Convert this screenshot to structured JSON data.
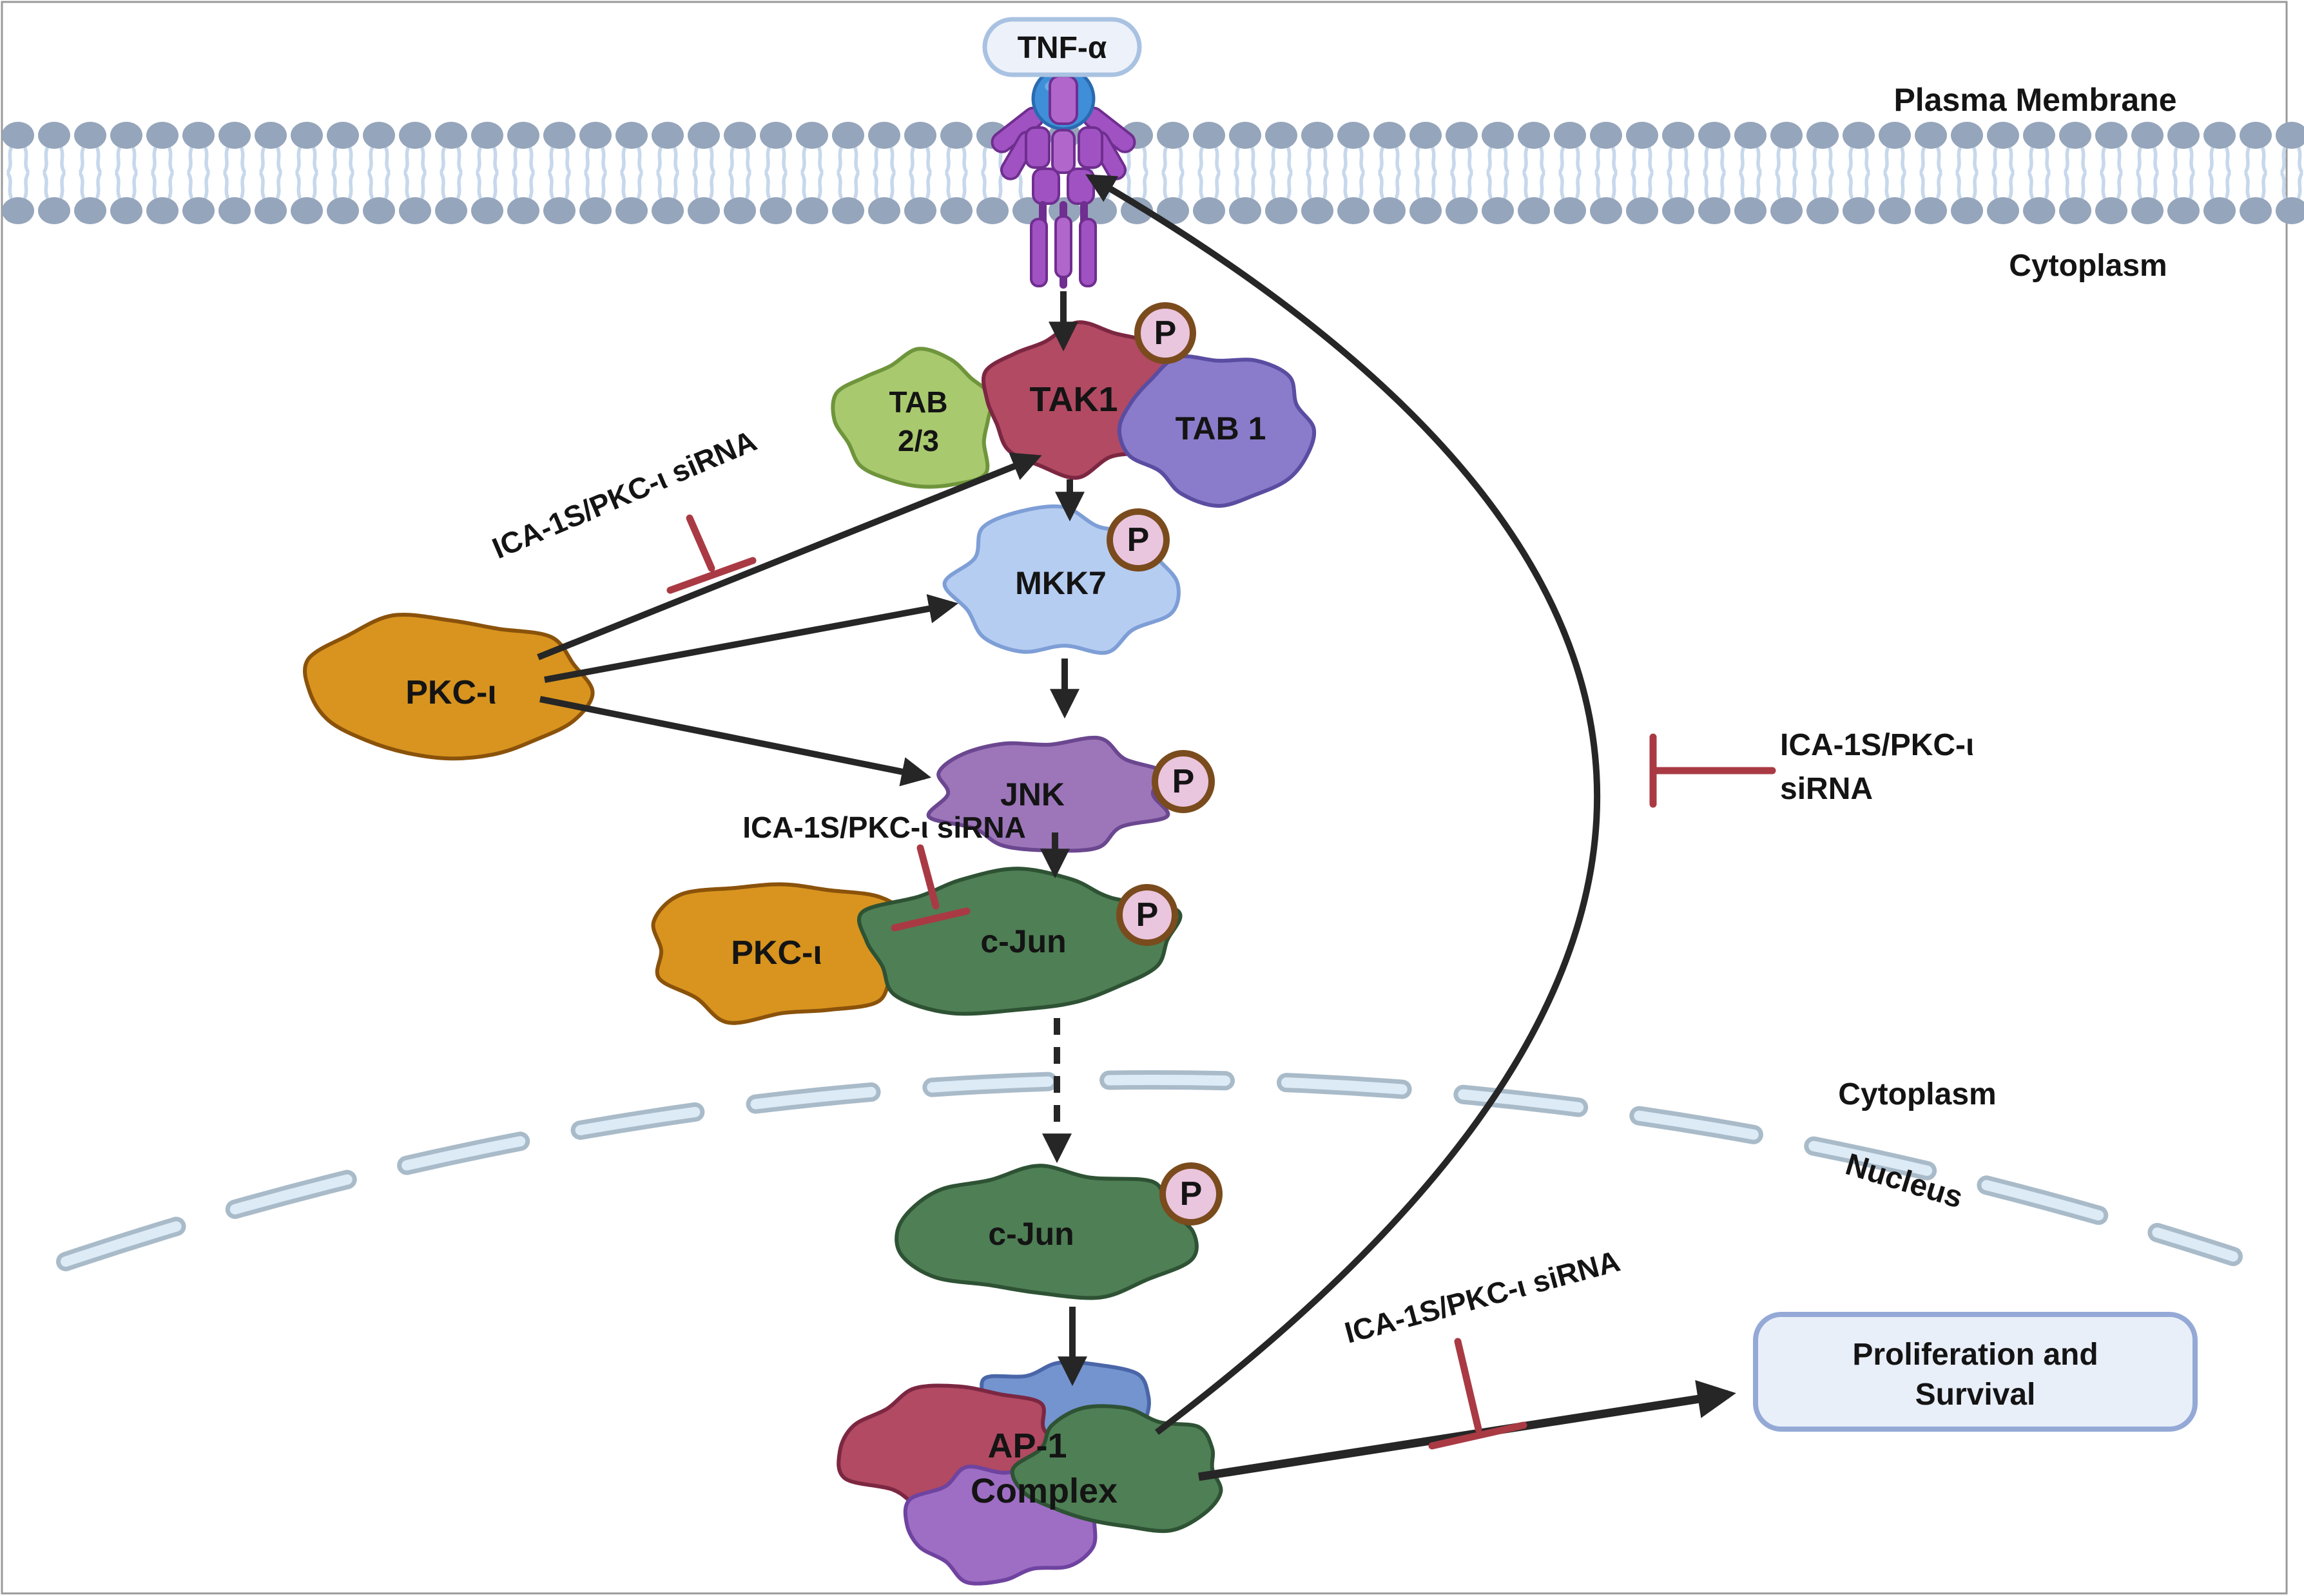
{
  "figure": {
    "region_labels": {
      "plasma_membrane": "Plasma Membrane",
      "cytoplasm_upper": "Cytoplasm",
      "cytoplasm_lower": "Cytoplasm",
      "nucleus": "Nucleus"
    },
    "ligand": "TNF-α",
    "phospho": "P",
    "nodes": {
      "tab23_line1": "TAB",
      "tab23_line2": "2/3",
      "tak1": "TAK1",
      "tab1": "TAB 1",
      "mkk7": "MKK7",
      "jnk": "JNK",
      "pkci_cascade": "PKC-ι",
      "pkci_cjun": "PKC-ι",
      "cjun_cytoplasm": "c-Jun",
      "cjun_nucleus": "c-Jun",
      "ap1_line1": "AP-1",
      "ap1_line2": "Complex"
    },
    "inhibitors": {
      "on_tak1_arrow": "ICA-1S/PKC-ι siRNA",
      "on_cjun": "ICA-1S/PKC-ι siRNA",
      "on_feedback_line1": "ICA-1S/PKC-ι",
      "on_feedback_line2": "siRNA",
      "on_outcome_arrow": "ICA-1S/PKC-ι siRNA"
    },
    "outcome": {
      "line1": "Proliferation and",
      "line2": "Survival"
    },
    "colors": {
      "tak1": "#b14a62",
      "tak1_dk": "#7c2742",
      "tab23": "#a9c96e",
      "tab23_dk": "#6f953c",
      "tab1": "#8a7ccb",
      "tab1_dk": "#5a4da1",
      "mkk7": "#b6cdf2",
      "mkk7_dk": "#7e9ed6",
      "jnk": "#9d76ba",
      "jnk_dk": "#6b4790",
      "pkc": "#d8941f",
      "pkc_dk": "#8a520a",
      "cjun": "#4f7f55",
      "cjun_dk": "#2e5234",
      "ap1blue": "#7394cf",
      "ap1blue_dk": "#4a66a8",
      "ap1purple": "#9e6ec4",
      "ap1purple_dk": "#6f43a0",
      "inhibitor": "#a93a44",
      "arrow": "#262626",
      "membrane_head": "#95a5bb",
      "membrane_tail": "#c7d8ec",
      "nuclear_fill": "#ddebf7",
      "nuclear_border": "#a9bbc9",
      "phospho_fill": "#eac5de",
      "phospho_ring": "#7a4b1d",
      "pill_fill": "#edf2fa",
      "pill_border": "#a9c2e2",
      "box_fill": "#e9eff9",
      "box_border": "#94a9d6",
      "receptor": "#a052c2",
      "receptor_lt": "#b166cb",
      "receptor_dk": "#6f2e90",
      "ligand_blue": "#3e8ed8",
      "ligand_blue_dk": "#2a6ab1"
    }
  }
}
